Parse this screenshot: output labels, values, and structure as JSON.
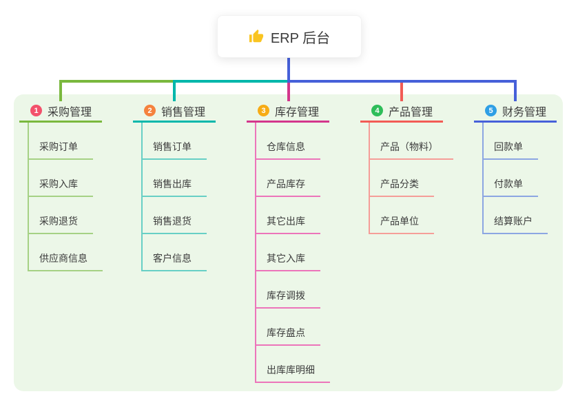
{
  "root": {
    "title": "ERP 后台",
    "icon": "thumbs-up-icon",
    "icon_color": "#f9c421"
  },
  "branches": [
    {
      "index": "1",
      "title": "采购管理",
      "badge_color": "#f3516b",
      "line_color": "#7ab83e",
      "child_line_color": "#a5d184",
      "children": [
        "采购订单",
        "采购入库",
        "采购退货",
        "供应商信息"
      ]
    },
    {
      "index": "2",
      "title": "销售管理",
      "badge_color": "#f5823d",
      "line_color": "#00b7ab",
      "child_line_color": "#67cfc5",
      "children": [
        "销售订单",
        "销售出库",
        "销售退货",
        "客户信息"
      ]
    },
    {
      "index": "3",
      "title": "库存管理",
      "badge_color": "#f7ac16",
      "line_color": "#d3368c",
      "child_line_color": "#ec74ba",
      "children": [
        "仓库信息",
        "产品库存",
        "其它出库",
        "其它入库",
        "库存调拨",
        "库存盘点",
        "出库库明细"
      ]
    },
    {
      "index": "4",
      "title": "产品管理",
      "badge_color": "#2ebd59",
      "line_color": "#f25b55",
      "child_line_color": "#f59d98",
      "children": [
        "产品（物料）",
        "产品分类",
        "产品单位"
      ]
    },
    {
      "index": "5",
      "title": "财务管理",
      "badge_color": "#2f9fe5",
      "line_color": "#4660d9",
      "child_line_color": "#8ca6e2",
      "children": [
        "回款单",
        "付款单",
        "结算账户"
      ]
    }
  ],
  "colors": {
    "panel_bg": "#ecf7e8",
    "text": "#3c3c3c",
    "root_connector": "#4660d9"
  }
}
